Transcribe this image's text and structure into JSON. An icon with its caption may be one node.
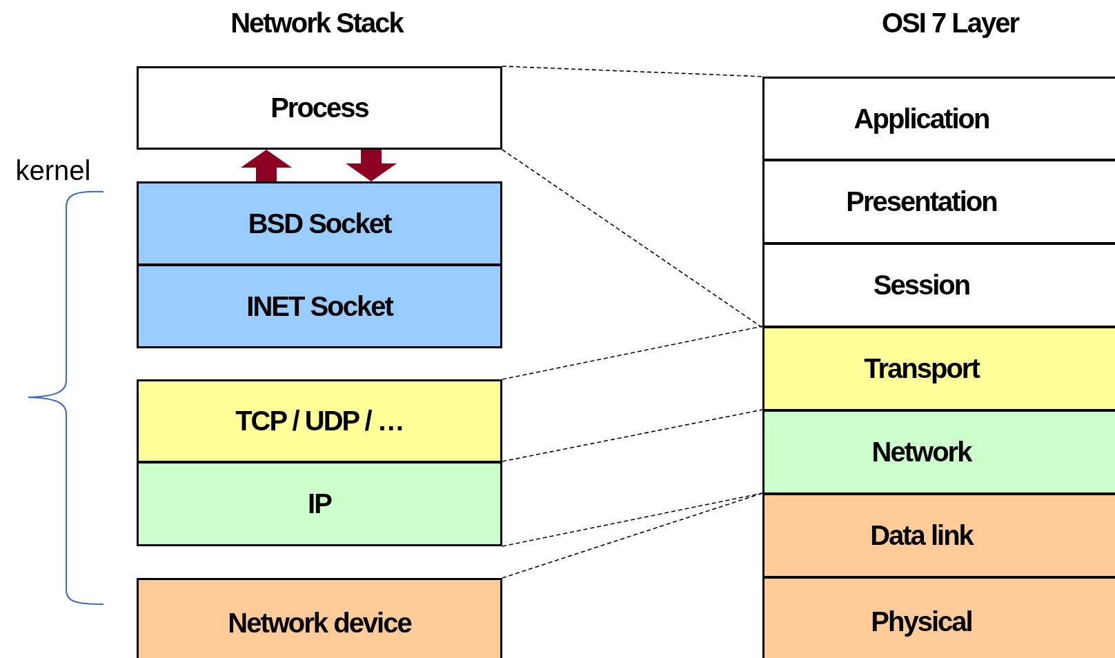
{
  "diagram": {
    "nodes": [
      {
        "text": [
          "Process"
        ]
      },
      {
        "text": [
          "BSD Socket"
        ]
      },
      {
        "text": [
          "INET Socket"
        ]
      },
      {
        "text": [
          "TCP / UDP / …"
        ]
      },
      {
        "text": [
          "IP"
        ]
      },
      {
        "text": [
          "Network device"
        ]
      },
      {
        "text": [
          "Application"
        ]
      },
      {
        "text": [
          "Presentation"
        ]
      },
      {
        "text": [
          "Session"
        ]
      },
      {
        "text": [
          "Transport"
        ]
      },
      {
        "text": [
          "Network"
        ]
      },
      {
        "text": [
          "Data link"
        ]
      },
      {
        "text": [
          "Physical"
        ]
      }
    ],
    "edges": [
      {
        "from": 1,
        "to": 0,
        "arrow": "to",
        "style": "thick",
        "color": "#8b0022"
      },
      {
        "from": 0,
        "to": 1,
        "arrow": "to",
        "style": "thick",
        "color": "#8b0022"
      },
      {
        "from": 0,
        "to": 6,
        "arrow": "none",
        "style": "dashed"
      },
      {
        "from": 0,
        "to": 8,
        "arrow": "none",
        "style": "dashed"
      },
      {
        "from": 3,
        "to": 9,
        "arrow": "none",
        "style": "dashed"
      },
      {
        "from": 4,
        "to": 10,
        "arrow": "none",
        "style": "dashed"
      },
      {
        "from": 4,
        "to": 11,
        "arrow": "none",
        "style": "dashed"
      },
      {
        "from": 5,
        "to": 11,
        "arrow": "none",
        "style": "dashed"
      }
    ],
    "labels": [
      "Network Stack",
      "OSI 7 Layer",
      "kernel"
    ]
  }
}
